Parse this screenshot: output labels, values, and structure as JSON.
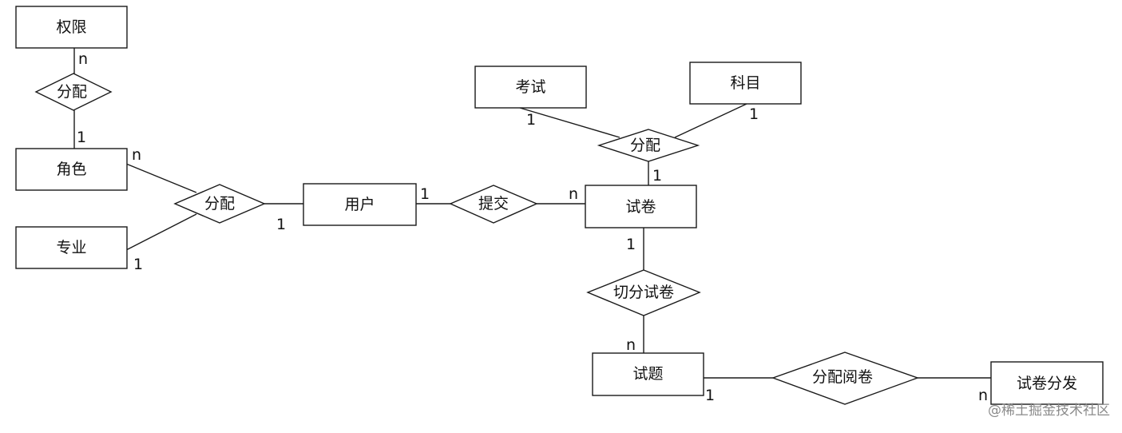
{
  "entities": {
    "quanxian": "权限",
    "juese": "角色",
    "zhuanye": "专业",
    "yonghu": "用户",
    "kaoshi": "考试",
    "kemu": "科目",
    "shijuan": "试卷",
    "shiti": "试题",
    "fenfa": "试卷分发"
  },
  "relationships": {
    "fenpei_perm": "分配",
    "fenpei_role": "分配",
    "tijiao": "提交",
    "fenpei_exam": "分配",
    "qiefen": "切分试卷",
    "yuejuan": "分配阅卷"
  },
  "cardinalities": {
    "perm_n": "n",
    "role_1": "1",
    "role_n": "n",
    "major_1": "1",
    "user_left_1": "1",
    "user_right_1": "1",
    "paper_left_n": "n",
    "exam_1": "1",
    "subject_1": "1",
    "paper_top_1": "1",
    "paper_bottom_1": "1",
    "question_n": "n",
    "question_1": "1",
    "dist_n": "n"
  },
  "watermark": "@稀土掘金技术社区"
}
